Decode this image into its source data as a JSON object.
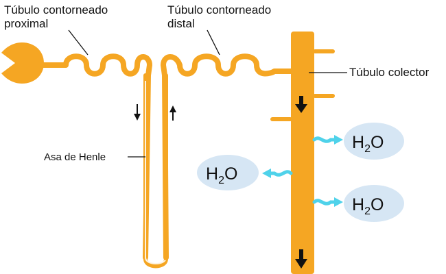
{
  "labels": {
    "proximal_line1": "Túbulo contorneado",
    "proximal_line2": "proximal",
    "distal_line1": "Túbulo contorneado",
    "distal_line2": "distal",
    "collector": "Túbulo colector",
    "henle": "Asa de Henle"
  },
  "water": {
    "prefix": "H",
    "subscript": "2",
    "suffix": "O"
  },
  "colors": {
    "tubule": "#F5A623",
    "tubule_outline": "#E08E0B",
    "water_bubble": "#D6E6F4",
    "water_arrow": "#4FD2EA",
    "flow_arrow": "#111111"
  }
}
